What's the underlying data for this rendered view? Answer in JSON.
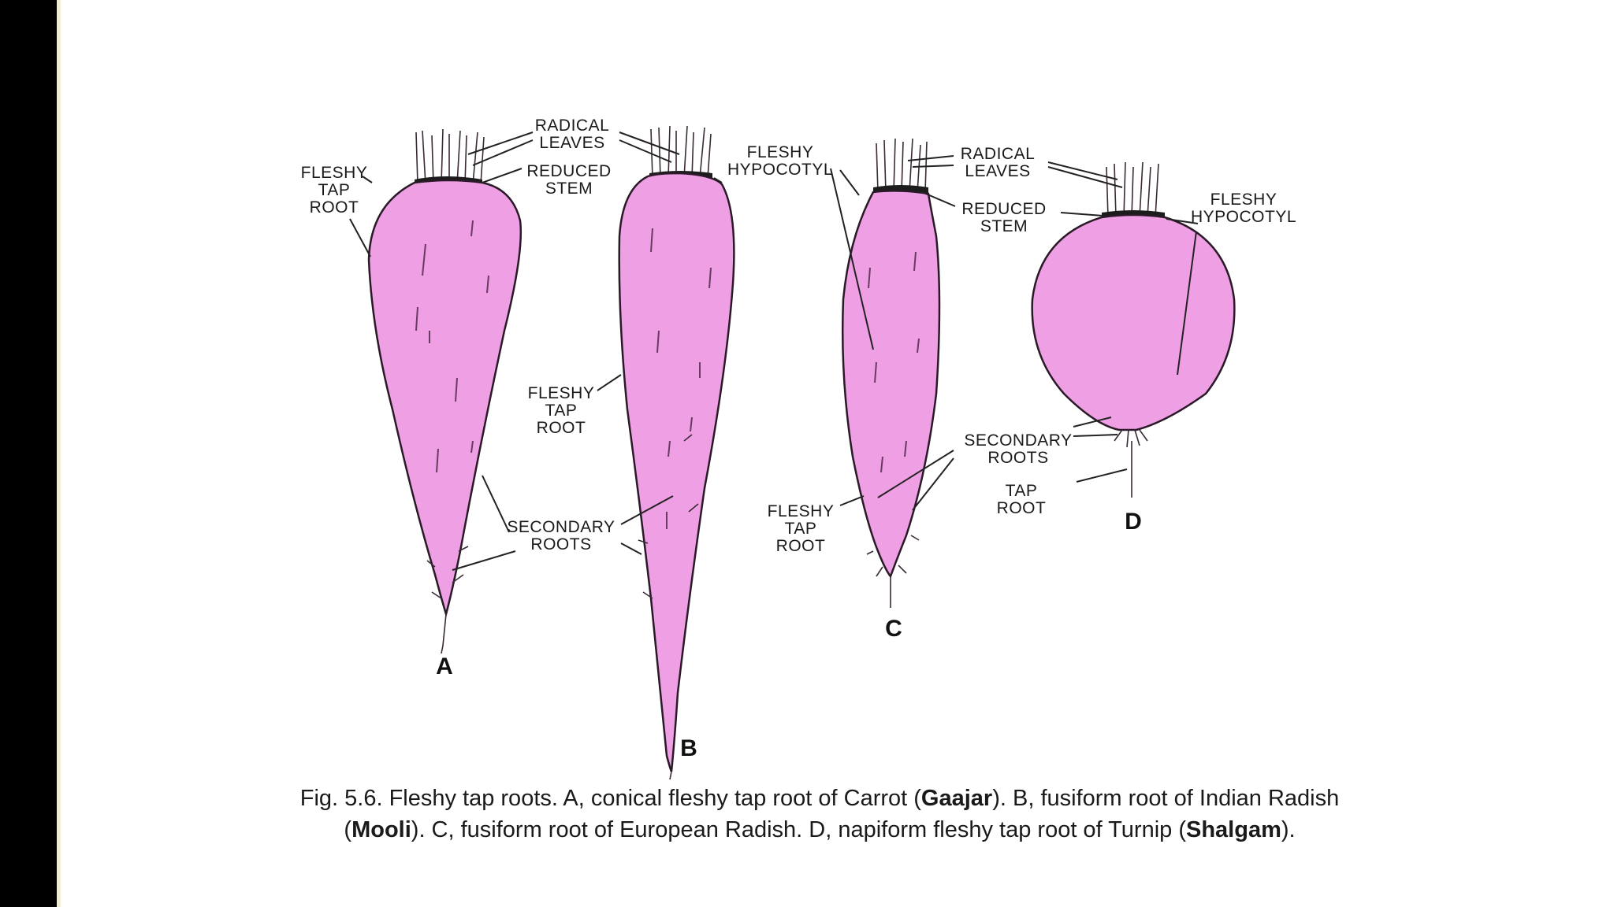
{
  "labels": {
    "radical_leaves": "RADICAL LEAVES",
    "reduced_stem": "REDUCED STEM",
    "fleshy_tap_root": "FLESHY TAP ROOT",
    "fleshy_hypocotyl": "FLESHY HYPOCOTYL",
    "secondary_roots": "SECONDARY ROOTS",
    "tap_root": "TAP ROOT"
  },
  "panel_letters": {
    "a": "A",
    "b": "B",
    "c": "C",
    "d": "D"
  },
  "caption": {
    "part1": "Fig. 5.6. Fleshy tap roots. A, conical fleshy tap root of Carrot (",
    "gaajar": "Gaajar",
    "part2": "). B, fusiform root of Indian Radish",
    "part3": "(",
    "mooli": "Mooli",
    "part4": "). C, fusiform root of European Radish. D, napiform fleshy tap root of Turnip (",
    "shalgam": "Shalgam",
    "part5": ")."
  },
  "colors": {
    "root_fill": "#ef9fe3",
    "outline": "#2a1a28",
    "frame_left": "#000000"
  }
}
